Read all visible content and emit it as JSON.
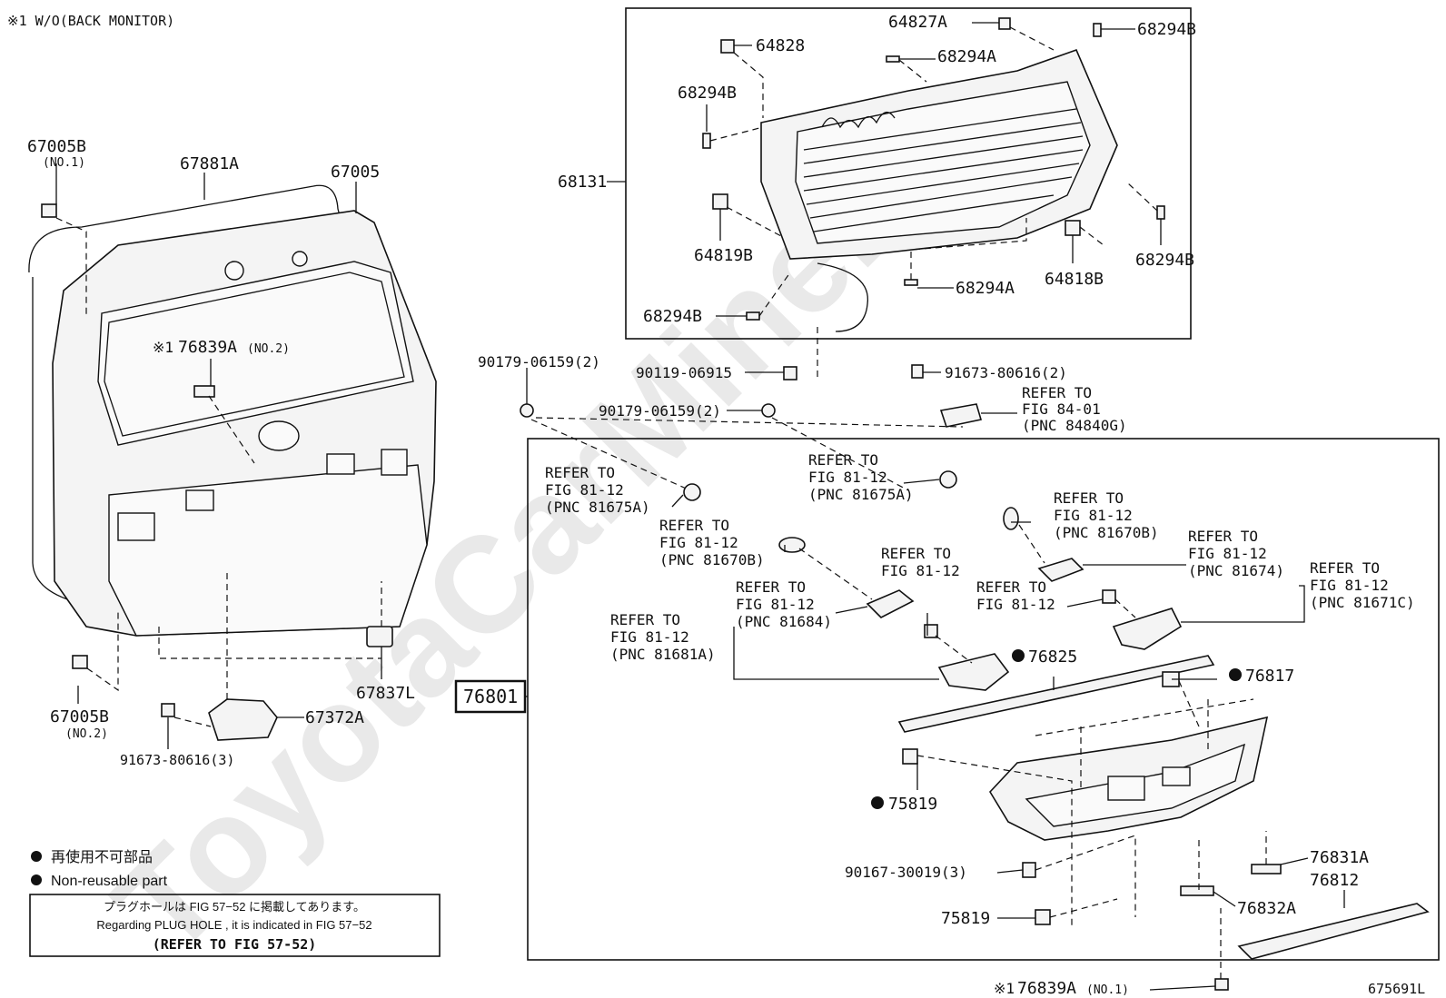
{
  "header_note": "※1 W/O(BACK MONITOR)",
  "figure_id": "675691L",
  "watermark": "ToyotaCarMine.ru",
  "legend": {
    "jp": "再使用不可部品",
    "en": "Non-reusable part"
  },
  "plug_note": {
    "line1": "プラグホールは FIG 57−52 に掲載してあります。",
    "line2": "Regarding  PLUG  HOLE , it is indicated in  FIG  57−52",
    "line3": "(REFER  TO  FIG 57-52)"
  },
  "labels": {
    "p67005B_1": "67005B",
    "p67005B_1_sub": "(NO.1)",
    "p67881A": "67881A",
    "p67005": "67005",
    "p76839A_2_mark": "※1",
    "p76839A_2": "76839A",
    "p76839A_2_sub": "(NO.2)",
    "p67005B_2": "67005B",
    "p67005B_2_sub": "(NO.2)",
    "p67837L": "67837L",
    "p67372A": "67372A",
    "p91673_3": "91673-80616(3)",
    "p90179_top": "90179-06159(2)",
    "p90119": "90119-06915",
    "p90179_mid": "90179-06159(2)",
    "p91673_2": "91673-80616(2)",
    "p64827A": "64827A",
    "p64828": "64828",
    "p68294A_top": "68294A",
    "p68294B_tr": "68294B",
    "p68294B_l": "68294B",
    "p68131": "68131",
    "p64819B": "64819B",
    "p68294B_bl": "68294B",
    "p68294A_bot": "68294A",
    "p64818B": "64818B",
    "p68294B_r": "68294B",
    "p76801": "76801",
    "p76825": "76825",
    "p76817": "76817",
    "p75819_a": "75819",
    "p90167": "90167-30019(3)",
    "p75819_b": "75819",
    "p76831A": "76831A",
    "p76812": "76812",
    "p76832A": "76832A",
    "p76839A_1_mark": "※1",
    "p76839A_1": "76839A",
    "p76839A_1_sub": "(NO.1)"
  },
  "refs": {
    "r84840G": [
      "REFER  TO",
      "FIG 84-01",
      "(PNC 84840G)"
    ],
    "r81675A_l": [
      "REFER  TO",
      "FIG 81-12",
      "(PNC 81675A)"
    ],
    "r81675A_r": [
      "REFER  TO",
      "FIG 81-12",
      "(PNC 81675A)"
    ],
    "r81670B_l": [
      "REFER  TO",
      "FIG 81-12",
      "(PNC 81670B)"
    ],
    "r81670B_r": [
      "REFER  TO",
      "FIG 81-12",
      "(PNC 81670B)"
    ],
    "r81684": [
      "REFER  TO",
      "FIG 81-12",
      "(PNC 81684)"
    ],
    "r81684_b": [
      "REFER  TO",
      "FIG 81-12"
    ],
    "r81674": [
      "REFER  TO",
      "FIG 81-12",
      "(PNC 81674)"
    ],
    "r81671C": [
      "REFER  TO",
      "FIG 81-12",
      "(PNC 81671C)"
    ],
    "r81681A": [
      "REFER  TO",
      "FIG 81-12",
      "(PNC 81681A)"
    ],
    "r_plain": [
      "REFER  TO",
      "FIG 81-12"
    ]
  }
}
